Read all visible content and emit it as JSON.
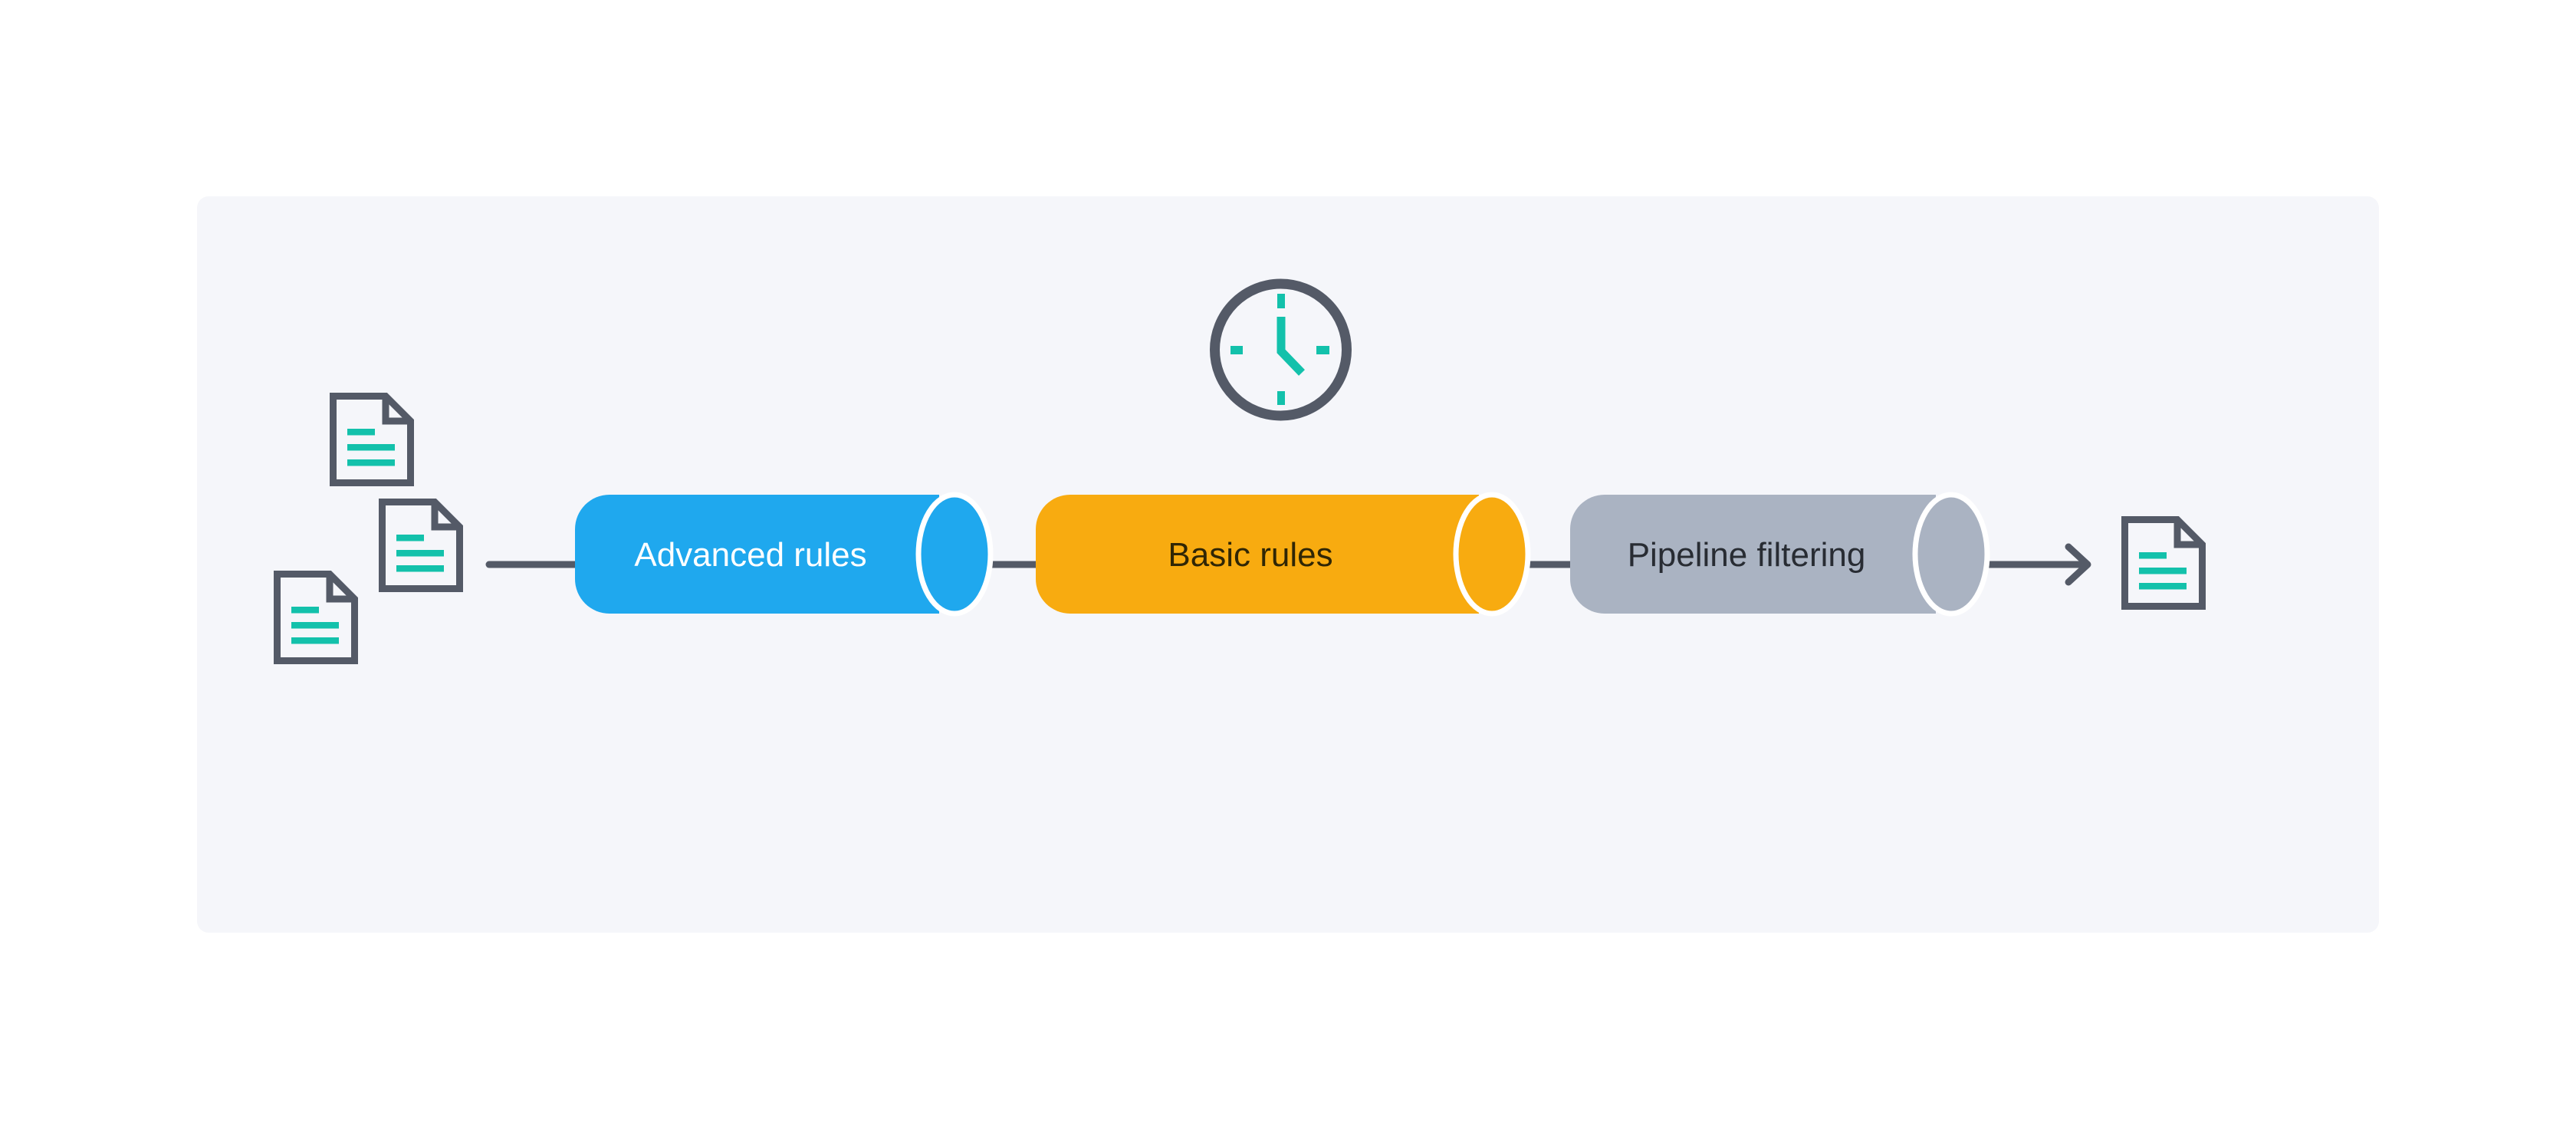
{
  "page": {
    "background": "#FFFFFF",
    "panel_background": "#F5F6FA"
  },
  "colors": {
    "outline_dark": "#545A67",
    "teal_accent": "#13C1AB",
    "white_gap": "#FFFFFF"
  },
  "pipeline": {
    "stages": [
      {
        "label": "Advanced rules",
        "color": "#1FA8EE",
        "text_color": "#FFFFFF"
      },
      {
        "label": "Basic rules",
        "color": "#F8AB10",
        "text_color": "#302605"
      },
      {
        "label": "Pipeline filtering",
        "color": "#AAB3C2",
        "text_color": "#282C33"
      }
    ],
    "input_document_count": 3,
    "output_document_count": 1,
    "icons": [
      "document-icon",
      "clock-icon",
      "arrow-right-icon"
    ]
  }
}
